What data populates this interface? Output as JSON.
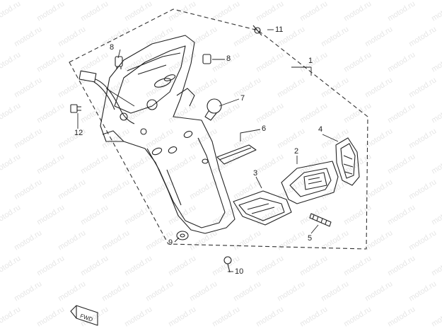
{
  "watermark": {
    "text": "motod.ru",
    "color": "#e6e6e6"
  },
  "callouts": {
    "c1": "1",
    "c2": "2",
    "c3": "3",
    "c4": "4",
    "c5": "5",
    "c6": "6",
    "c7": "7",
    "c8a": "8",
    "c8b": "8",
    "c9": "9",
    "c10": "10",
    "c11": "11",
    "c12": "12"
  },
  "fwd_label": "FWD",
  "colors": {
    "line": "#222222",
    "dash": "#333333"
  }
}
